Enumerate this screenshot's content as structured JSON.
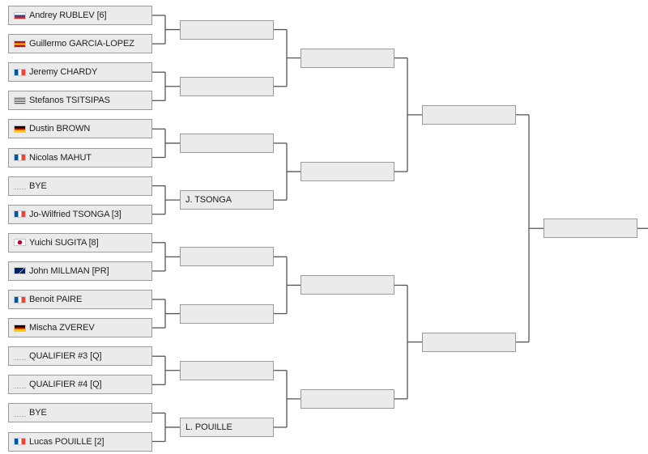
{
  "round1": [
    {
      "name": "Andrey RUBLEV [6]",
      "flag": "flag-russia-icon",
      "colors": [
        "#ffffff",
        "#1c3fa8",
        "#d52b1e"
      ],
      "dir": "h"
    },
    {
      "name": "Guillermo GARCIA-LOPEZ",
      "flag": "flag-spain-icon",
      "colors": [
        "#c60b1e",
        "#ffc400",
        "#c60b1e"
      ],
      "dir": "h"
    },
    {
      "name": "Jeremy CHARDY",
      "flag": "flag-france-icon",
      "colors": [
        "#0055a4",
        "#ffffff",
        "#ef4135"
      ],
      "dir": "v"
    },
    {
      "name": "Stefanos TSITSIPAS",
      "flag": "flag-greece-icon",
      "colors": [
        "#0d5eaf",
        "#ffffff",
        "#0d5eaf"
      ],
      "dir": "stripes"
    },
    {
      "name": "Dustin BROWN",
      "flag": "flag-germany-icon",
      "colors": [
        "#000000",
        "#dd0000",
        "#ffce00"
      ],
      "dir": "h"
    },
    {
      "name": "Nicolas MAHUT",
      "flag": "flag-france-icon",
      "colors": [
        "#0055a4",
        "#ffffff",
        "#ef4135"
      ],
      "dir": "v"
    },
    {
      "name": "BYE",
      "flag": "no-flag-placeholder",
      "colors": [],
      "dir": "none"
    },
    {
      "name": "Jo-Wilfried TSONGA [3]",
      "flag": "flag-france-icon",
      "colors": [
        "#0055a4",
        "#ffffff",
        "#ef4135"
      ],
      "dir": "v"
    },
    {
      "name": "Yuichi SUGITA [8]",
      "flag": "flag-japan-icon",
      "colors": [
        "#ffffff",
        "#bc002d"
      ],
      "dir": "circle"
    },
    {
      "name": "John MILLMAN [PR]",
      "flag": "flag-australia-icon",
      "colors": [
        "#012169",
        "#ffffff",
        "#e4002b"
      ],
      "dir": "solid"
    },
    {
      "name": "Benoit PAIRE",
      "flag": "flag-france-icon",
      "colors": [
        "#0055a4",
        "#ffffff",
        "#ef4135"
      ],
      "dir": "v"
    },
    {
      "name": "Mischa ZVEREV",
      "flag": "flag-germany-icon",
      "colors": [
        "#000000",
        "#dd0000",
        "#ffce00"
      ],
      "dir": "h"
    },
    {
      "name": "QUALIFIER #3 [Q]",
      "flag": "no-flag-placeholder",
      "colors": [],
      "dir": "none"
    },
    {
      "name": "QUALIFIER #4 [Q]",
      "flag": "no-flag-placeholder",
      "colors": [],
      "dir": "none"
    },
    {
      "name": "BYE",
      "flag": "no-flag-placeholder",
      "colors": [],
      "dir": "none"
    },
    {
      "name": "Lucas POUILLE [2]",
      "flag": "flag-france-icon",
      "colors": [
        "#0055a4",
        "#ffffff",
        "#ef4135"
      ],
      "dir": "v"
    }
  ],
  "round2": [
    "",
    "",
    "",
    "J. TSONGA",
    "",
    "",
    "",
    "L. POUILLE"
  ],
  "round3": [
    "",
    "",
    "",
    ""
  ],
  "round4": [
    "",
    ""
  ],
  "final": [
    ""
  ],
  "colors": {
    "slot_fill": "#ebebeb",
    "slot_border": "#9a9a9a",
    "connector": "#555555",
    "text": "#222222"
  }
}
